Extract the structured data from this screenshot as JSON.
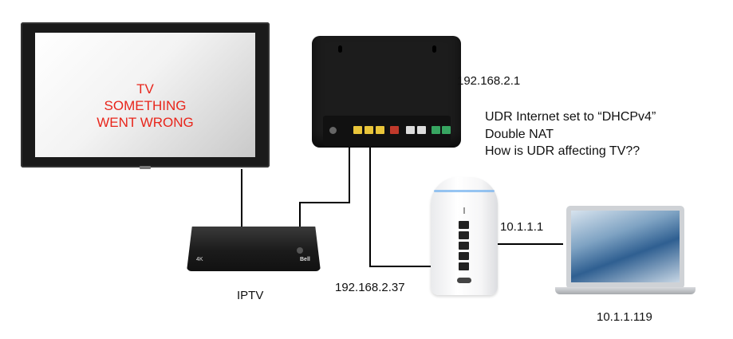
{
  "tv": {
    "line1": "TV",
    "line2": "SOMETHING",
    "line3": "WENT WRONG",
    "text_color": "#e8251b"
  },
  "router": {
    "ip": "192.168.2.1"
  },
  "notes": [
    "UDR Internet set to “DHCPv4”",
    "Double NAT",
    "How is UDR affecting TV??"
  ],
  "iptv": {
    "label": "IPTV",
    "badge": "4K",
    "brand": "Bell",
    "ip": "192.168.2.37"
  },
  "udr": {
    "ip": "10.1.1.1"
  },
  "laptop": {
    "ip": "10.1.1.119"
  },
  "colors": {
    "wire": "#000000",
    "port_yellow": "#e9c53a",
    "port_red": "#c0392b",
    "port_green": "#37a561"
  },
  "icons": [
    "tv-icon",
    "router-icon",
    "set-top-box-icon",
    "ubiquiti-udr-icon",
    "laptop-icon"
  ]
}
